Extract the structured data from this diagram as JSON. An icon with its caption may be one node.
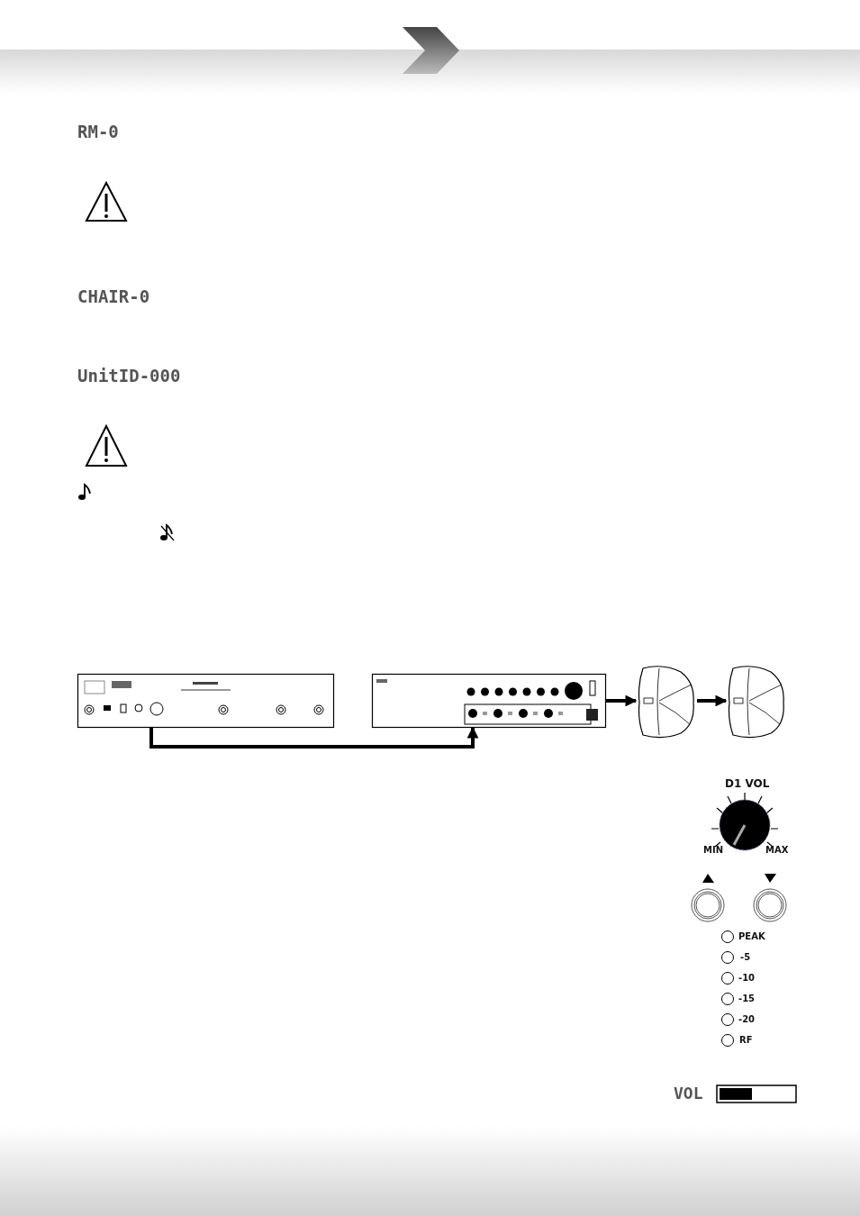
{
  "diagram": {
    "nodes": [
      {
        "text": [],
        "shape": "picture"
      },
      {
        "text": [],
        "shape": "picture"
      },
      {
        "text": [],
        "shape": "picture"
      },
      {
        "text": [],
        "shape": "picture"
      }
    ],
    "edges": [
      {
        "from": 0,
        "to": 1,
        "arrow": "to"
      },
      {
        "from": 1,
        "to": 2,
        "arrow": "to"
      },
      {
        "from": 2,
        "to": 3,
        "arrow": "to"
      }
    ],
    "labels": [
      "RM-0",
      "CHAIR-0",
      "UnitID-000",
      "D1 VOL",
      "MIN",
      "MAX",
      "PEAK",
      "-5",
      "-10",
      "-15",
      "-20",
      "RF",
      "VOL"
    ]
  }
}
